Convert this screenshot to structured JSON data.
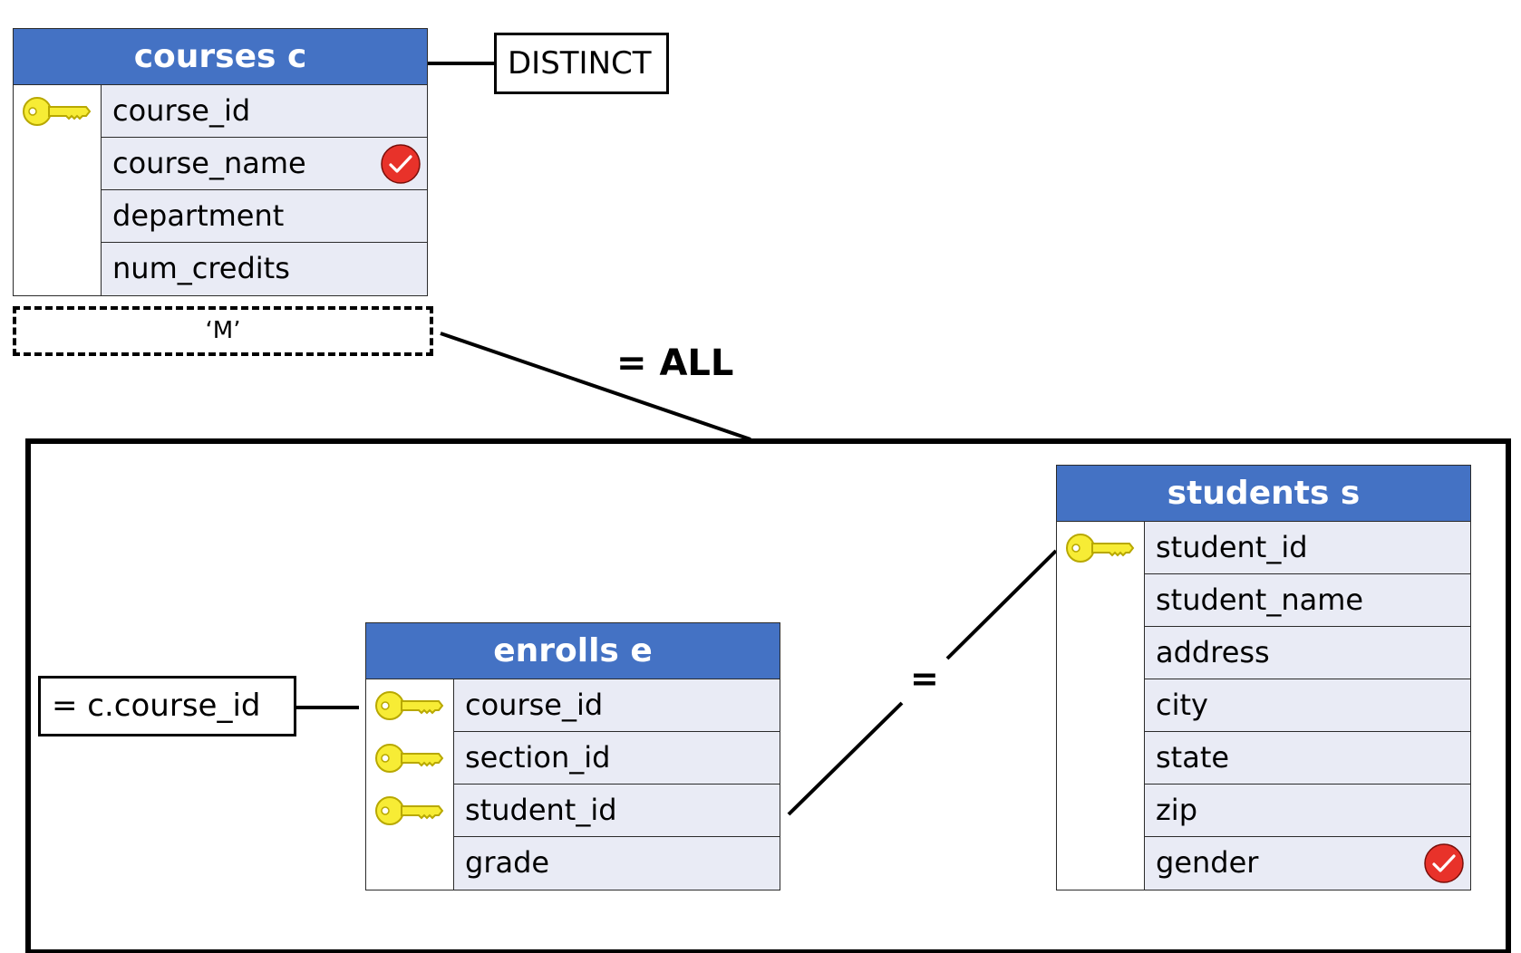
{
  "tables": {
    "courses": {
      "title": "courses c",
      "rows": [
        {
          "label": "course_id",
          "key": true,
          "check": false
        },
        {
          "label": "course_name",
          "key": false,
          "check": true
        },
        {
          "label": "department",
          "key": false,
          "check": false
        },
        {
          "label": "num_credits",
          "key": false,
          "check": false
        }
      ]
    },
    "enrolls": {
      "title": "enrolls e",
      "rows": [
        {
          "label": "course_id",
          "key": true,
          "check": false
        },
        {
          "label": "section_id",
          "key": true,
          "check": false
        },
        {
          "label": "student_id",
          "key": true,
          "check": false
        },
        {
          "label": "grade",
          "key": false,
          "check": false
        }
      ]
    },
    "students": {
      "title": "students s",
      "rows": [
        {
          "label": "student_id",
          "key": true,
          "check": false
        },
        {
          "label": "student_name",
          "key": false,
          "check": false
        },
        {
          "label": "address",
          "key": false,
          "check": false
        },
        {
          "label": "city",
          "key": false,
          "check": false
        },
        {
          "label": "state",
          "key": false,
          "check": false
        },
        {
          "label": "zip",
          "key": false,
          "check": false
        },
        {
          "label": "gender",
          "key": false,
          "check": true
        }
      ]
    }
  },
  "labels": {
    "distinct": "DISTINCT",
    "literal": "‘M’",
    "all_op": "= ALL",
    "join_op": "=",
    "course_filter": "= c.course_id"
  },
  "colors": {
    "header": "#4472c4",
    "row": "#e9ebf5",
    "key": "#f7ec35",
    "check": "#e8322a"
  },
  "icons": {
    "key": "key-icon",
    "check": "checkmark-icon"
  }
}
